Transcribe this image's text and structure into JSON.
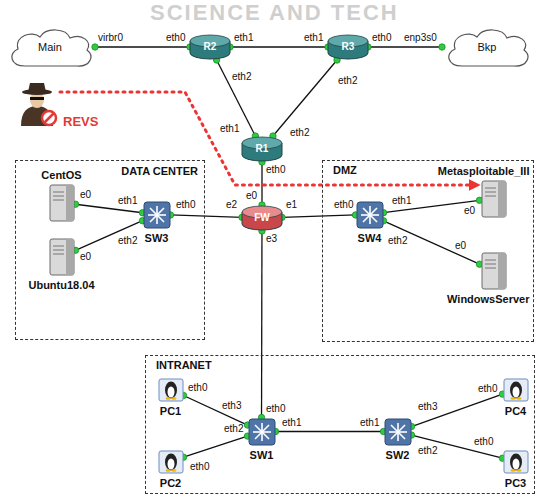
{
  "diagram": {
    "nodes": [
      {
        "text": [
          "Main"
        ]
      },
      {
        "text": [
          "R2"
        ]
      },
      {
        "text": [
          "R3"
        ]
      },
      {
        "text": [
          "Bkp"
        ]
      },
      {
        "text": [
          "REVS"
        ]
      },
      {
        "text": [
          "R1"
        ]
      },
      {
        "text": [
          "DATA CENTER"
        ]
      },
      {
        "text": [
          "CentOS"
        ],
        "in": 6
      },
      {
        "text": [
          "Ubuntu18.04"
        ],
        "in": 6
      },
      {
        "text": [
          "SW3"
        ],
        "in": 6
      },
      {
        "text": [
          "FW"
        ]
      },
      {
        "text": [
          "DMZ"
        ]
      },
      {
        "text": [
          "Metasploitable_III"
        ],
        "in": 11
      },
      {
        "text": [
          "SW4"
        ],
        "in": 11
      },
      {
        "text": [
          "WindowsServer"
        ],
        "in": 11
      },
      {
        "text": [
          "INTRANET"
        ]
      },
      {
        "text": [
          "PC1"
        ],
        "in": 15
      },
      {
        "text": [
          "SW1"
        ],
        "in": 15
      },
      {
        "text": [
          "SW2"
        ],
        "in": 15
      },
      {
        "text": [
          "PC4"
        ],
        "in": 15
      },
      {
        "text": [
          "PC2"
        ],
        "in": 15
      },
      {
        "text": [
          "PC3"
        ],
        "in": 15
      }
    ],
    "edges": [
      {
        "from": 0,
        "to": 1,
        "arrow": "none"
      },
      {
        "from": 1,
        "to": 2,
        "arrow": "none"
      },
      {
        "from": 2,
        "to": 3,
        "arrow": "none"
      },
      {
        "from": 1,
        "to": 5,
        "arrow": "none"
      },
      {
        "from": 2,
        "to": 5,
        "arrow": "none"
      },
      {
        "from": 5,
        "to": 10,
        "arrow": "none"
      },
      {
        "from": 7,
        "to": 9,
        "arrow": "none"
      },
      {
        "from": 8,
        "to": 9,
        "arrow": "none"
      },
      {
        "from": 9,
        "to": 10,
        "arrow": "none"
      },
      {
        "from": 10,
        "to": 13,
        "arrow": "none"
      },
      {
        "from": 13,
        "to": 12,
        "arrow": "none"
      },
      {
        "from": 13,
        "to": 14,
        "arrow": "none"
      },
      {
        "from": 10,
        "to": 17,
        "arrow": "none"
      },
      {
        "from": 16,
        "to": 17,
        "arrow": "none"
      },
      {
        "from": 20,
        "to": 17,
        "arrow": "none"
      },
      {
        "from": 17,
        "to": 18,
        "arrow": "none"
      },
      {
        "from": 18,
        "to": 19,
        "arrow": "none"
      },
      {
        "from": 18,
        "to": 21,
        "arrow": "none"
      },
      {
        "from": 4,
        "to": 12,
        "arrow": "to"
      }
    ],
    "labels": [
      "SCIENCE AND TECH",
      "virbr0",
      "eth0",
      "eth1",
      "eth1",
      "eth0",
      "enp3s0",
      "eth2",
      "eth2",
      "eth1",
      "eth2",
      "eth0",
      "e0",
      "e2",
      "e1",
      "e3",
      "eth0",
      "eth1",
      "eth2",
      "e0",
      "e0",
      "eth0",
      "eth1",
      "eth2",
      "e0",
      "e0",
      "eth0",
      "eth3",
      "eth2",
      "eth1",
      "eth1",
      "eth3",
      "eth2",
      "eth0",
      "eth0",
      "eth0",
      "eth0"
    ]
  }
}
